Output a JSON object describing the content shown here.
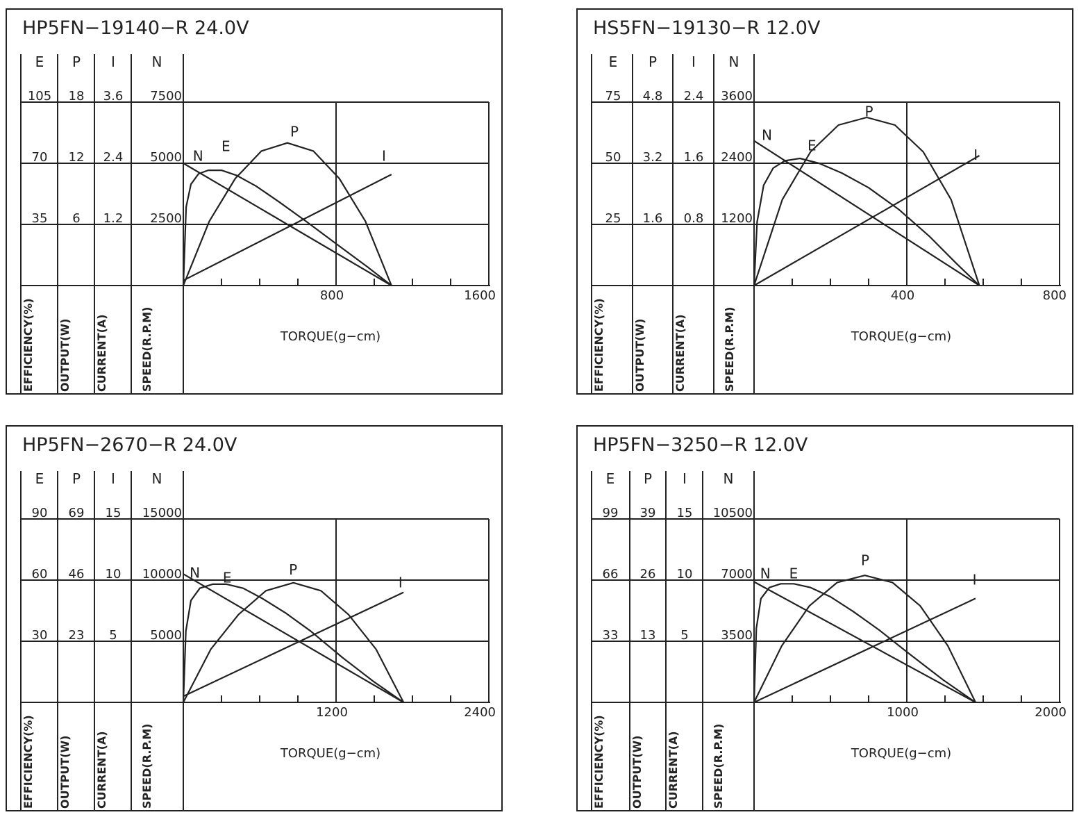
{
  "axis_labels": {
    "efficiency": "EFFICIENCY(%)",
    "output": "OUTPUT(W)",
    "current": "CURRENT(A)",
    "speed": "SPEED(R.P.M)",
    "torque": "TORQUE(g−cm)"
  },
  "columns": [
    "E",
    "P",
    "I",
    "N"
  ],
  "colors": {
    "line": "#222222",
    "background": "#ffffff"
  },
  "chart_data": [
    {
      "type": "line",
      "title": "HP5FN−19140−R   24.0V",
      "xlabel": "TORQUE(g−cm)",
      "xlim": [
        0,
        1600
      ],
      "x_ticks": [
        "800",
        "1600"
      ],
      "y_scales": {
        "E": [
          "105",
          "70",
          "35"
        ],
        "P": [
          "18",
          "12",
          "6"
        ],
        "I": [
          "3.6",
          "2.4",
          "1.2"
        ],
        "N": [
          "7500",
          "5000",
          "2500"
        ]
      },
      "series": [
        {
          "name": "N",
          "unit_max": 7500,
          "x": [
            0,
            1090
          ],
          "y": [
            5000,
            0
          ]
        },
        {
          "name": "I",
          "unit_max": 3.6,
          "x": [
            0,
            1090
          ],
          "y": [
            0.1,
            2.18
          ]
        },
        {
          "name": "P",
          "unit_max": 18,
          "x": [
            0,
            136,
            272,
            409,
            545,
            681,
            817,
            954,
            1090
          ],
          "y": [
            0,
            6.3,
            10.5,
            13.2,
            14.0,
            13.2,
            10.5,
            6.3,
            0
          ]
        },
        {
          "name": "E",
          "unit_max": 105,
          "x": [
            0,
            15,
            40,
            80,
            130,
            200,
            280,
            380,
            500,
            640,
            800,
            960,
            1090
          ],
          "y": [
            0,
            45,
            58,
            64,
            66,
            66,
            63,
            57,
            48,
            37,
            24,
            11,
            0
          ]
        }
      ],
      "curve_labels": {
        "N": {
          "x": 50,
          "y": 5100
        },
        "E": {
          "x": 200,
          "y": 5500
        },
        "P": {
          "x": 560,
          "y": 6100
        },
        "I": {
          "x": 1040,
          "y": 5100
        }
      }
    },
    {
      "type": "line",
      "title": "HS5FN−19130−R   12.0V",
      "xlabel": "TORQUE(g−cm)",
      "xlim": [
        0,
        800
      ],
      "x_ticks": [
        "400",
        "800"
      ],
      "y_scales": {
        "E": [
          "75",
          "50",
          "25"
        ],
        "P": [
          "4.8",
          "3.2",
          "1.6"
        ],
        "I": [
          "2.4",
          "1.6",
          "0.8"
        ],
        "N": [
          "3600",
          "2400",
          "1200"
        ]
      },
      "series": [
        {
          "name": "N",
          "unit_max": 3600,
          "x": [
            0,
            590
          ],
          "y": [
            2840,
            0
          ]
        },
        {
          "name": "I",
          "unit_max": 2.4,
          "x": [
            0,
            590
          ],
          "y": [
            0,
            1.7
          ]
        },
        {
          "name": "P",
          "unit_max": 4.8,
          "x": [
            0,
            74,
            148,
            221,
            295,
            369,
            443,
            516,
            590
          ],
          "y": [
            0,
            2.25,
            3.5,
            4.2,
            4.4,
            4.2,
            3.5,
            2.25,
            0
          ]
        },
        {
          "name": "E",
          "unit_max": 75,
          "x": [
            0,
            8,
            25,
            50,
            80,
            120,
            170,
            230,
            300,
            380,
            460,
            530,
            590
          ],
          "y": [
            0,
            26,
            41,
            48,
            51,
            52,
            50,
            46,
            40,
            31,
            20,
            9,
            0
          ]
        }
      ],
      "curve_labels": {
        "N": {
          "x": 20,
          "y": 2860
        },
        "E": {
          "x": 140,
          "y": 2650
        },
        "P": {
          "x": 290,
          "y": 3320
        },
        "I": {
          "x": 575,
          "y": 2470
        }
      }
    },
    {
      "type": "line",
      "title": "HP5FN−2670−R   24.0V",
      "xlabel": "TORQUE(g−cm)",
      "xlim": [
        0,
        2400
      ],
      "x_ticks": [
        "1200",
        "2400"
      ],
      "y_scales": {
        "E": [
          "90",
          "60",
          "30"
        ],
        "P": [
          "69",
          "46",
          "23"
        ],
        "I": [
          "15",
          "10",
          "5"
        ],
        "N": [
          "15000",
          "10000",
          "5000"
        ]
      },
      "series": [
        {
          "name": "N",
          "unit_max": 15000,
          "x": [
            0,
            1730
          ],
          "y": [
            10500,
            0
          ]
        },
        {
          "name": "I",
          "unit_max": 15,
          "x": [
            0,
            1730
          ],
          "y": [
            0.5,
            9.0
          ]
        },
        {
          "name": "P",
          "unit_max": 69,
          "x": [
            0,
            216,
            433,
            649,
            865,
            1081,
            1298,
            1514,
            1730
          ],
          "y": [
            0,
            20,
            33,
            42,
            45,
            42,
            33,
            20,
            0
          ]
        },
        {
          "name": "E",
          "unit_max": 90,
          "x": [
            0,
            20,
            60,
            130,
            230,
            340,
            470,
            620,
            800,
            1000,
            1250,
            1500,
            1730
          ],
          "y": [
            0,
            35,
            50,
            56,
            58,
            58,
            56,
            51,
            44,
            35,
            22,
            10,
            0
          ]
        }
      ],
      "curve_labels": {
        "N": {
          "x": 50,
          "y": 10200
        },
        "E": {
          "x": 310,
          "y": 9800
        },
        "P": {
          "x": 830,
          "y": 10450
        },
        "I": {
          "x": 1690,
          "y": 9400
        }
      }
    },
    {
      "type": "line",
      "title": "HP5FN−3250−R   12.0V",
      "xlabel": "TORQUE(g−cm)",
      "xlim": [
        0,
        2000
      ],
      "x_ticks": [
        "1000",
        "2000"
      ],
      "y_scales": {
        "E": [
          "99",
          "66",
          "33"
        ],
        "P": [
          "39",
          "26",
          "13"
        ],
        "I": [
          "15",
          "10",
          "5"
        ],
        "N": [
          "10500",
          "7000",
          "3500"
        ]
      },
      "series": [
        {
          "name": "N",
          "unit_max": 10500,
          "x": [
            0,
            1450
          ],
          "y": [
            6900,
            0
          ]
        },
        {
          "name": "I",
          "unit_max": 15,
          "x": [
            0,
            1450
          ],
          "y": [
            0,
            8.5
          ]
        },
        {
          "name": "P",
          "unit_max": 39,
          "x": [
            0,
            181,
            362,
            544,
            725,
            906,
            1088,
            1269,
            1450
          ],
          "y": [
            0,
            12,
            20.5,
            25.5,
            27,
            25.5,
            20.5,
            12,
            0
          ]
        },
        {
          "name": "E",
          "unit_max": 99,
          "x": [
            0,
            15,
            45,
            100,
            175,
            260,
            370,
            500,
            650,
            820,
            1020,
            1240,
            1450
          ],
          "y": [
            0,
            40,
            56,
            62,
            64,
            64,
            62,
            57,
            49,
            39,
            26,
            12,
            0
          ]
        }
      ],
      "curve_labels": {
        "N": {
          "x": 40,
          "y": 7100
        },
        "E": {
          "x": 230,
          "y": 7100
        },
        "P": {
          "x": 700,
          "y": 7850
        },
        "I": {
          "x": 1430,
          "y": 6750
        }
      }
    }
  ]
}
